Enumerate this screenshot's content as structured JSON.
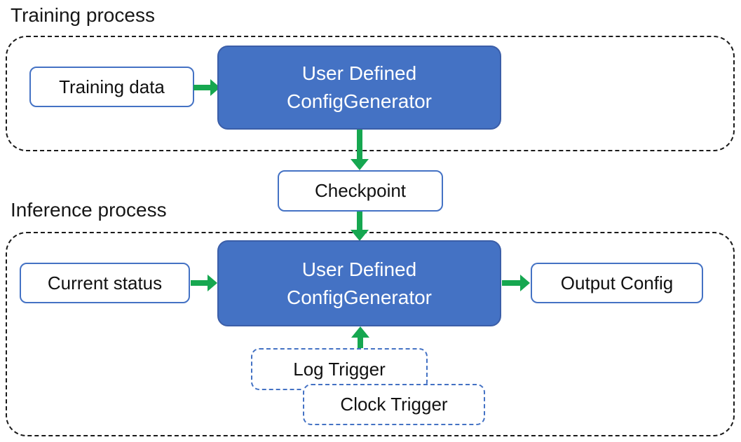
{
  "colors": {
    "accent_blue": "#4472C4",
    "accent_blue_dark": "#3B5EA8",
    "arrow_green": "#16A750",
    "outline_black": "#1A1A1A"
  },
  "training": {
    "title": "Training process",
    "input_label": "Training data",
    "generator_line1": "User Defined",
    "generator_line2": "ConfigGenerator"
  },
  "checkpoint": {
    "label": "Checkpoint"
  },
  "inference": {
    "title": "Inference process",
    "input_label": "Current status",
    "generator_line1": "User Defined",
    "generator_line2": "ConfigGenerator",
    "output_label": "Output Config",
    "trigger1_label": "Log Trigger",
    "trigger2_label": "Clock Trigger"
  }
}
